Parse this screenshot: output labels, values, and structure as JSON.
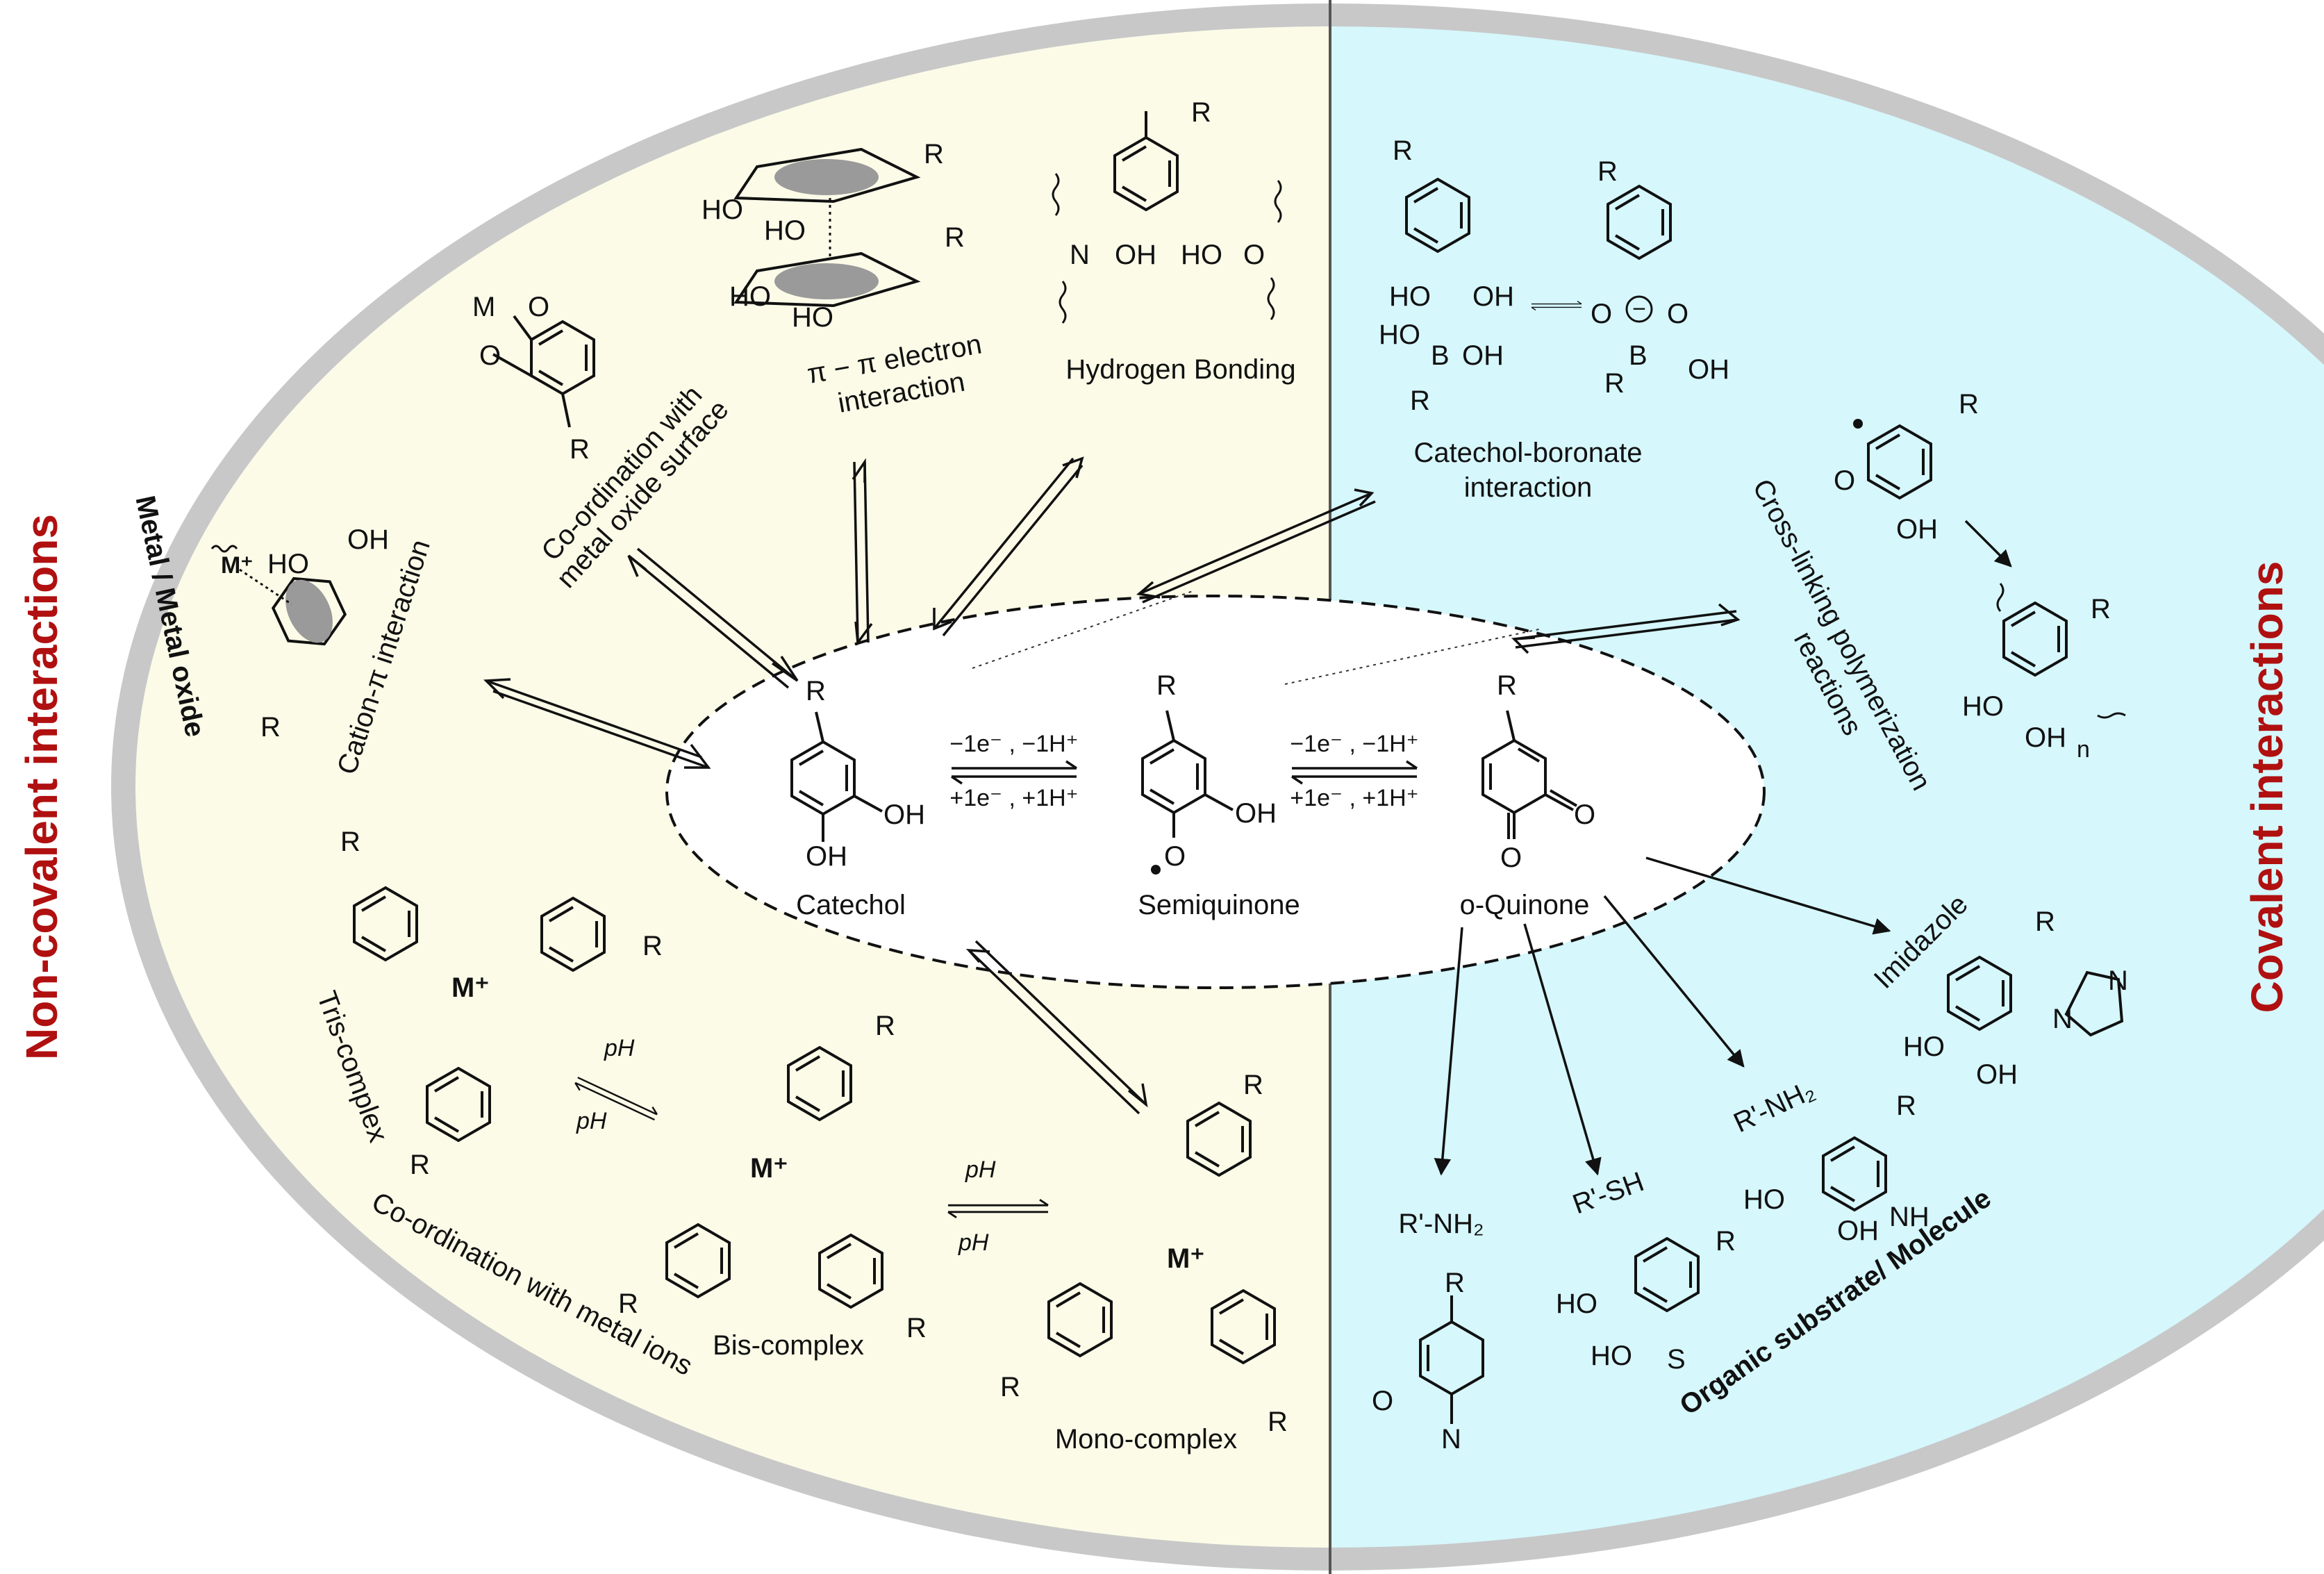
{
  "side_labels": {
    "left": "Non-covalent interactions",
    "right": "Covalent interactions"
  },
  "band_labels": {
    "metal": "Metal / Metal oxide",
    "organic": "Organic substrate/ Molecule"
  },
  "center": {
    "catechol": "Catechol",
    "semiquinone": "Semiquinone",
    "oquinone": "o-Quinone",
    "ox1": "−1e⁻ , −1H⁺",
    "red1": "+1e⁻ , +1H⁺",
    "ox2": "−1e⁻ , −1H⁺",
    "red2": "+1e⁻ , +1H⁺"
  },
  "noncovalent": {
    "cation_pi": "Cation-π interaction",
    "metal_oxide_1": "Co-ordination with",
    "metal_oxide_2": "metal oxide surface",
    "pi_pi_1": "π − π electron",
    "pi_pi_2": "interaction",
    "hbond": "Hydrogen Bonding",
    "tris": "Tris-complex",
    "bis": "Bis-complex",
    "mono": "Mono-complex",
    "metal_ions": "Co-ordination with metal ions",
    "ph": "pH"
  },
  "covalent": {
    "boronate_1": "Catechol-boronate",
    "boronate_2": "interaction",
    "crosslink_1": "Cross-linking polymerization",
    "crosslink_2": "reactions",
    "imidazole": "Imidazole",
    "amine": "R'-NH₂",
    "thiol": "R'-SH",
    "amine2": "R'-NH₂"
  },
  "chem": {
    "R": "R",
    "OH": "OH",
    "HO": "HO",
    "O": "O",
    "N": "N",
    "S": "S",
    "B": "B",
    "NH": "NH",
    "M": "M",
    "Mplus": "M⁺",
    "minus": "−",
    "n": "n"
  },
  "colors": {
    "left_fill": "#fbfbe8",
    "right_fill": "#d6f7fc",
    "ring": "#c8c8c8",
    "title_red": "#b01010",
    "center_fill": "#ffffff"
  }
}
